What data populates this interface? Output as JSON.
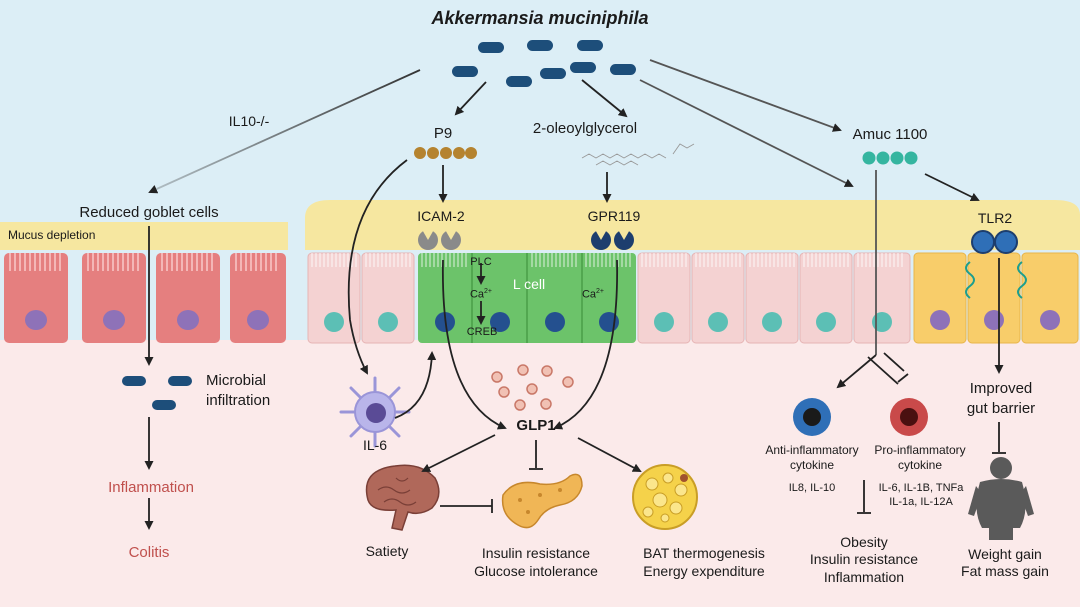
{
  "title": "Akkermansia muciniphila",
  "labels": {
    "il10": "IL10-/-",
    "p9": "P9",
    "oleoyl": "2-oleoylglycerol",
    "amuc": "Amuc 1100",
    "reduced_goblet": "Reduced goblet cells",
    "mucus_depletion": "Mucus depletion",
    "icam2": "ICAM-2",
    "gpr119": "GPR119",
    "tlr2": "TLR2",
    "plc": "PLC",
    "ca_left": "Ca",
    "ca_right": "Ca",
    "ca_sup": "2+",
    "creb": "CREB",
    "lcell": "L cell",
    "microbial": "Microbial",
    "infiltration": "infiltration",
    "inflammation": "Inflammation",
    "colitis": "Colitis",
    "il6": "IL-6",
    "glp1": "GLP1",
    "satiety": "Satiety",
    "insulin_resistance": "Insulin resistance",
    "glucose_intolerance": "Glucose intolerance",
    "bat": "BAT thermogenesis",
    "energy": "Energy expenditure",
    "anti_infl_1": "Anti-inflammatory",
    "anti_infl_2": "cytokine",
    "anti_list": "IL8, IL-10",
    "pro_infl_1": "Pro-inflammatory",
    "pro_infl_2": "cytokine",
    "pro_list_1": "IL-6, IL-1B, TNFa",
    "pro_list_2": "IL-1a, IL-12A",
    "obesity": "Obesity",
    "insulin_resistance_2": "Insulin resistance",
    "inflammation_2": "Inflammation",
    "improved_1": "Improved",
    "improved_2": "gut barrier",
    "weight_gain": "Weight gain",
    "fat_mass_gain": "Fat mass gain"
  },
  "colors": {
    "lumen": "#dceef6",
    "tissue": "#fbeaea",
    "mucus": "#f6e7a0",
    "bacteria": "#1d4e7a",
    "goblet_cell": "#e57f7f",
    "goblet_nucleus": "#8e72b8",
    "epithelial_cell": "#f4d2d2",
    "epithelial_nucleus": "#5cbfb5",
    "l_cell": "#6cc36a",
    "l_nucleus": "#24508f",
    "tlr_cell": "#f8cd6a",
    "p9_bead": "#b5832f",
    "amuc_bead": "#35b5a0",
    "receptor_grey": "#8a8a8a",
    "receptor_navy": "#1d3e6e",
    "tlr2_receptor": "#2f6fb7",
    "accent_red": "#c0504d"
  }
}
